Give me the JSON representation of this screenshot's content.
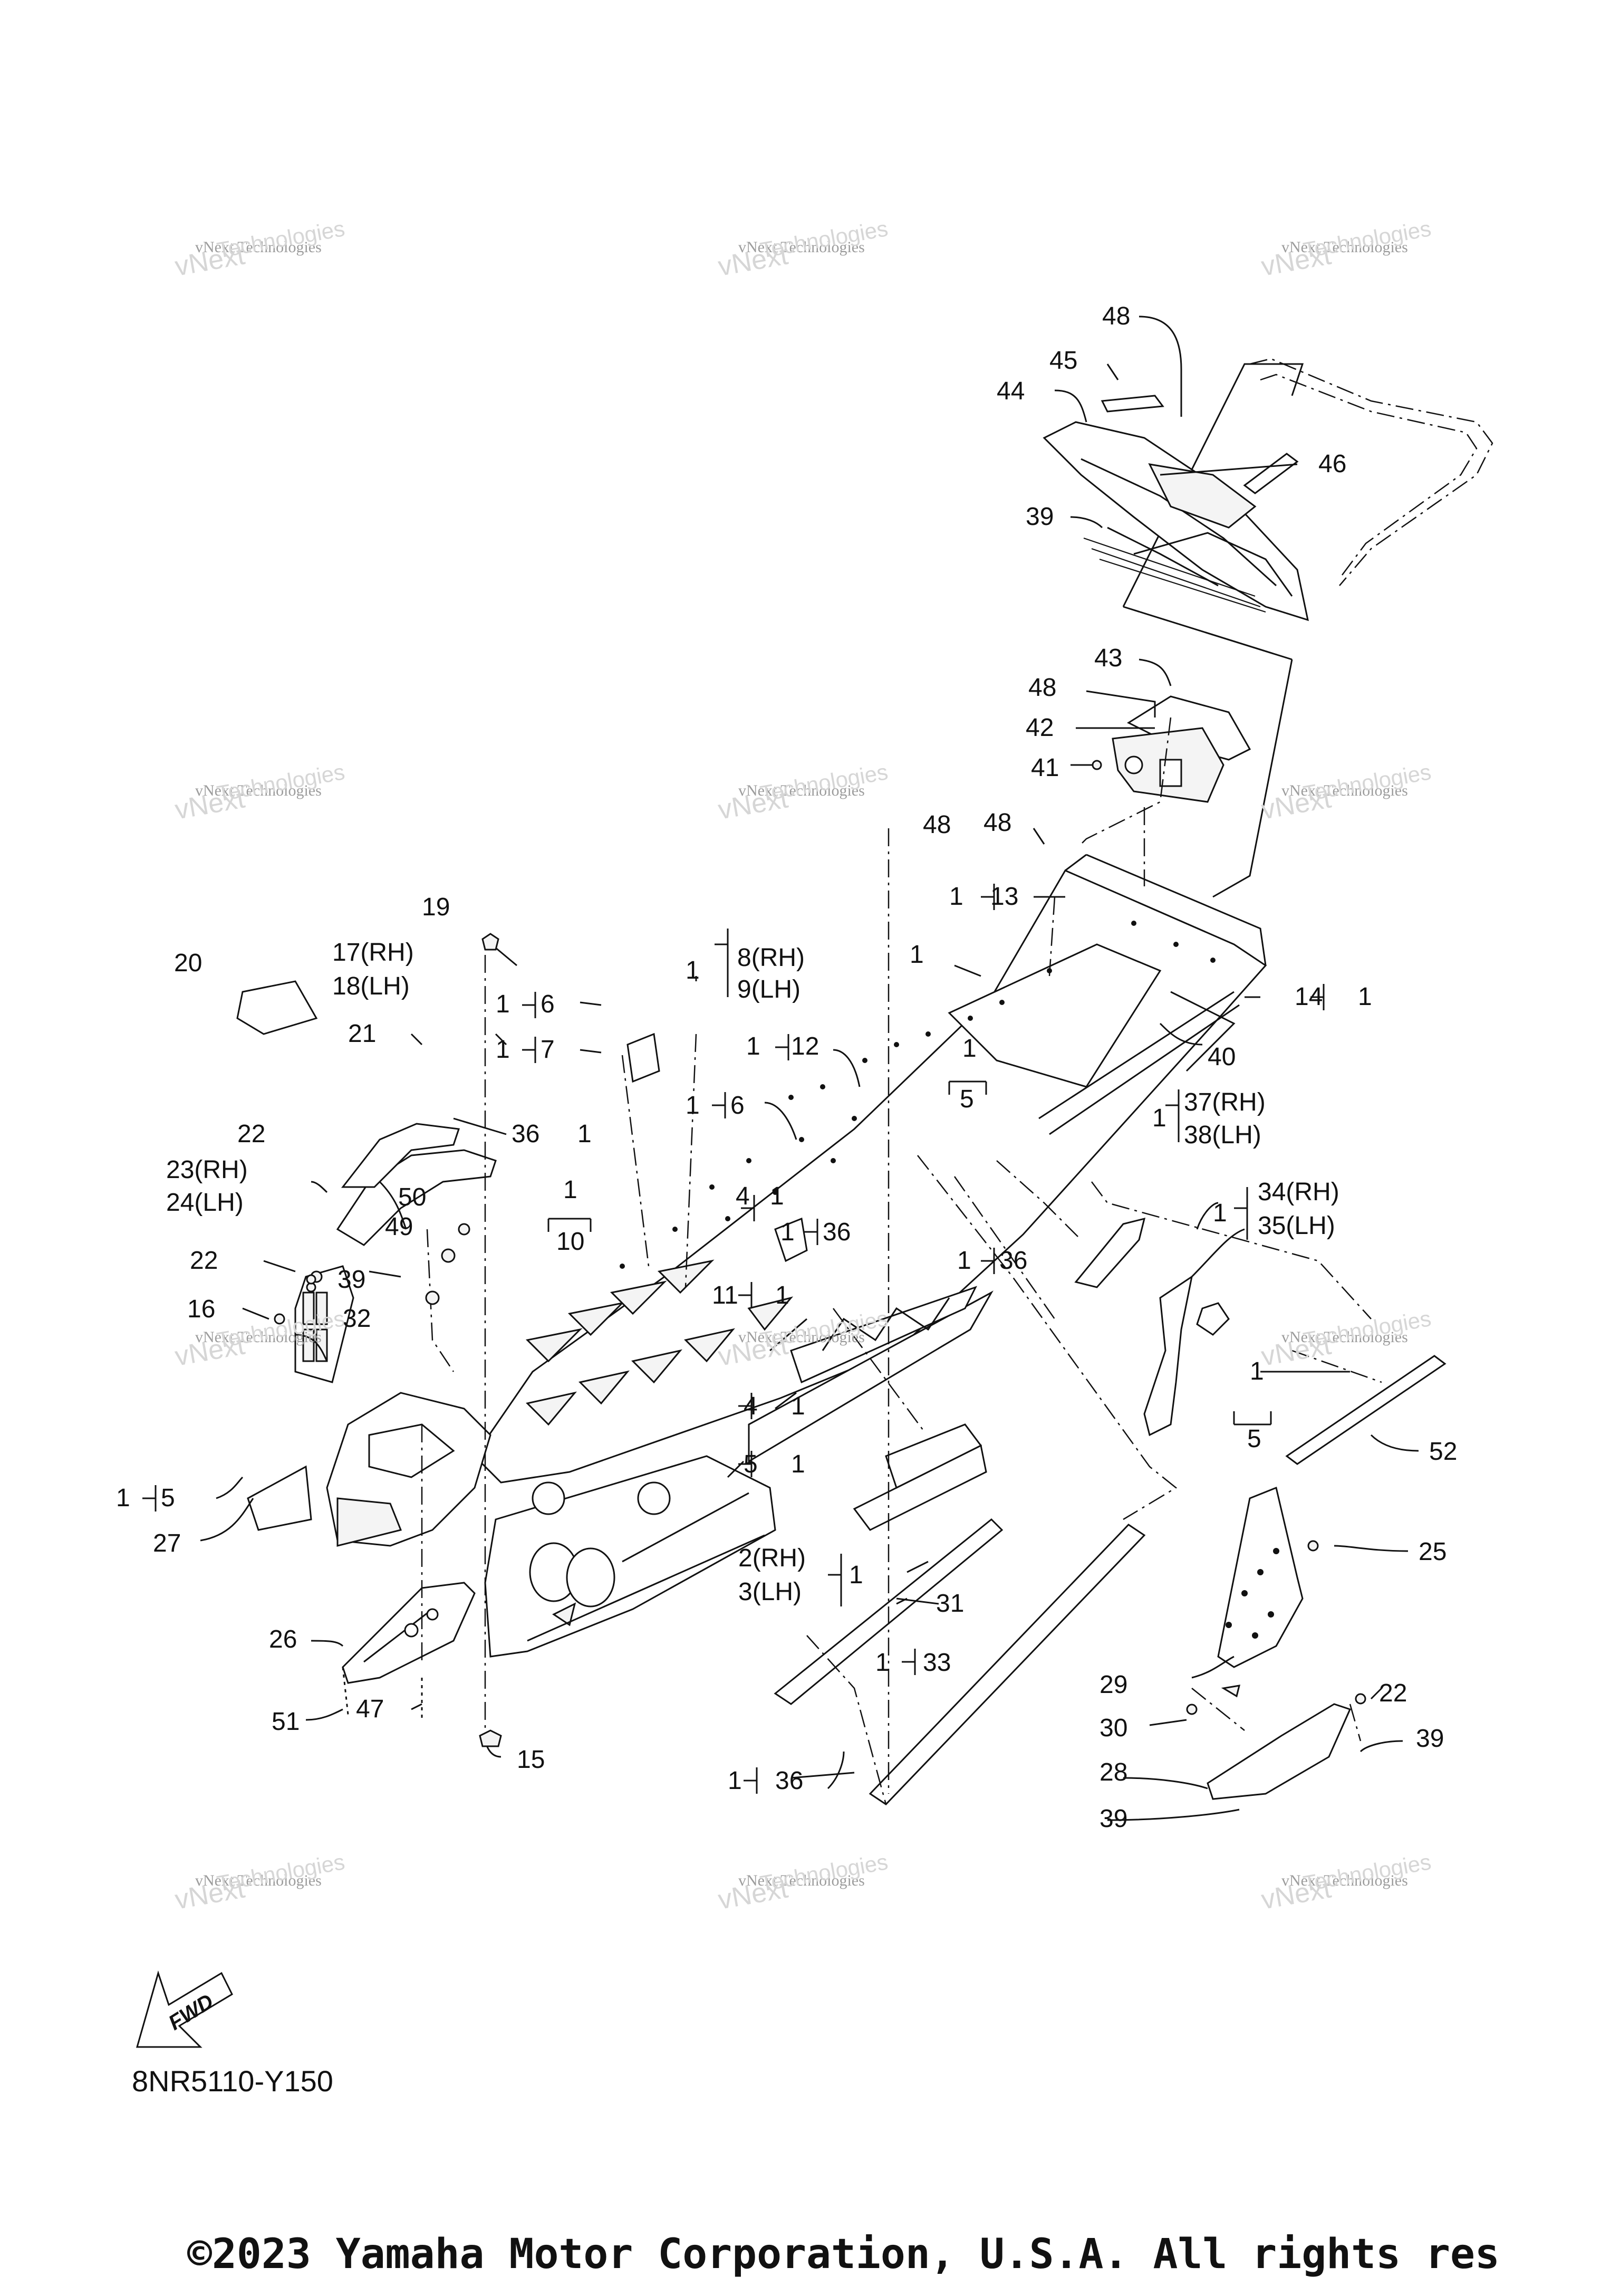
{
  "diagram": {
    "code": "8NR5110-Y150",
    "copyright": "©2023 Yamaha Motor Corporation, U.S.A. All rights res",
    "fwd_label": "FWD",
    "watermark": {
      "line1": "vNext Technologies",
      "line2": "vNext",
      "line3": "Technologies"
    },
    "labels": {
      "l48a": "48",
      "l45": "45",
      "l44": "44",
      "l46": "46",
      "l39a": "39",
      "l43": "43",
      "l48b": "48",
      "l42": "42",
      "l41": "41",
      "l48c": "48",
      "l48d": "48",
      "l13": "13",
      "l14": "14",
      "l1_14": "1",
      "l1_main": "1",
      "l40": "40",
      "l12": "12",
      "l8": "8(RH)",
      "l9": "9(LH)",
      "l6a": "6",
      "l7": "7",
      "l6b": "6",
      "l5a": "5",
      "l1_5a": "1",
      "l37": "37(RH)",
      "l38": "38(LH)",
      "l34": "34(RH)",
      "l35": "35(LH)",
      "l19": "19",
      "l20": "20",
      "l17": "17(RH)",
      "l18": "18(LH)",
      "l21": "21",
      "l22a": "22",
      "l36a": "36",
      "l23": "23(RH)",
      "l24": "24(LH)",
      "l50": "50",
      "l49": "49",
      "l4a": "4",
      "l36b": "36",
      "l10": "10",
      "l1_10": "1",
      "l39b": "39",
      "l22b": "22",
      "l11": "11",
      "l36c": "36",
      "l16": "16",
      "l32": "32",
      "l52": "52",
      "l5b": "5",
      "l1_5b": "1",
      "l4b": "4",
      "l5c": "5",
      "l5d": "5",
      "l27": "27",
      "l2": "2(RH)",
      "l3": "3(LH)",
      "l25": "25",
      "l31": "31",
      "l26": "26",
      "l33": "33",
      "l29": "29",
      "l22c": "22",
      "l30": "30",
      "l39c": "39",
      "l51": "51",
      "l47": "47",
      "l28": "28",
      "l15": "15",
      "l39d": "39",
      "l36d": "36",
      "one": "1"
    }
  }
}
